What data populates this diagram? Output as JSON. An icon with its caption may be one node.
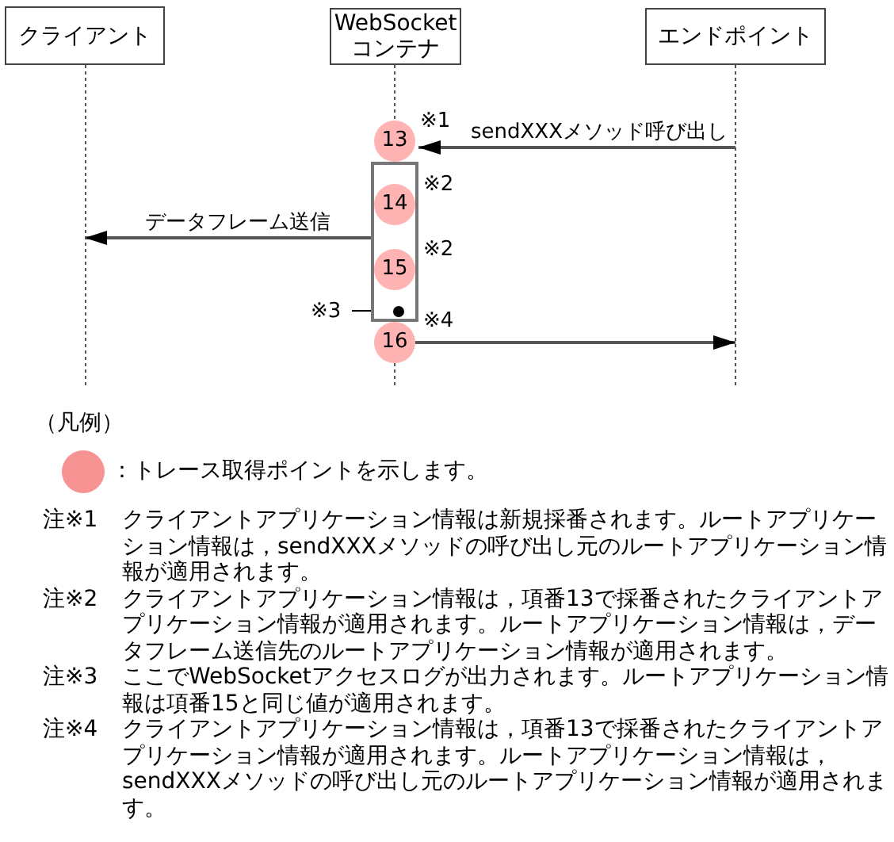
{
  "diagram": {
    "nodes": [
      {
        "text": [
          "クライアント"
        ]
      },
      {
        "text": [
          "WebSocketコンテナ"
        ]
      },
      {
        "text": [
          "エンドポイント"
        ]
      },
      {
        "text": [
          "13"
        ],
        "beside": [
          "※1"
        ]
      },
      {
        "text": [],
        "shape": "bar"
      },
      {
        "text": [
          "14"
        ],
        "beside": [
          "※2"
        ],
        "in": 4
      },
      {
        "text": [
          "15"
        ],
        "beside": [
          "※2"
        ],
        "in": 4
      },
      {
        "text": [
          "※3"
        ]
      },
      {
        "text": [],
        "shape": "circle",
        "in": 4
      },
      {
        "text": [
          "16"
        ],
        "beside": [
          "※4"
        ]
      }
    ],
    "edges": [
      {
        "from": 2,
        "to": 3,
        "arrow": "to",
        "label": "sendXXXメソッド呼び出し"
      },
      {
        "from": 4,
        "to": 0,
        "arrow": "to",
        "label": "データフレーム送信"
      },
      {
        "from": 7,
        "to": 8,
        "arrow": "none",
        "color": "#000000"
      },
      {
        "from": 9,
        "to": 2,
        "arrow": "to"
      },
      {
        "from": 1,
        "to": 3,
        "arrow": "none",
        "style": "dashed"
      },
      {
        "from": 9,
        "to": null,
        "arrow": "none",
        "style": "dashed"
      }
    ],
    "labels": [
      "（凡例）",
      "注※1",
      "クライアントアプリケーション情報は新規採番されます。ルートアプリケーション情報は，sendXXXメソッドの呼び出し元のルートアプリケーション情報が適用されます。",
      "注※2",
      "クライアントアプリケーション情報は，項番13で採番されたクライアントアプリケーション情報が適用されます。ルートアプリケーション情報は，データフレーム送信先のルートアプリケーション情報が適用されます。",
      "注※3",
      "ここでWebSocketアクセスログが出力されます。ルートアプリケーション情報は項番15と同じ値が適用されます。",
      "注※4",
      "クライアントアプリケーション情報は，項番13で採番されたクライアントアプリケーション情報が適用されます。ルートアプリケーション情報は，sendXXXメソッドの呼び出し元のルートアプリケーション情報が適用されます。"
    ],
    "legend": [
      {
        "text": "：トレース取得ポイントを示します。",
        "color": "#f79393"
      }
    ]
  }
}
